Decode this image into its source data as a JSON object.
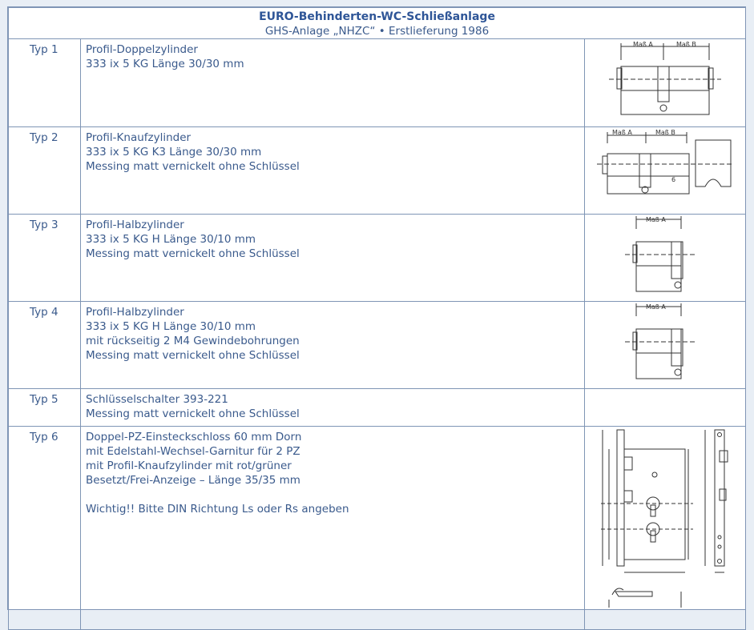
{
  "header": {
    "title": "EURO-Behinderten-WC-Schließanlage",
    "subtitle": "GHS-Anlage „NHZC“ • Erstlieferung 1986"
  },
  "rows": [
    {
      "typ": "Typ 1",
      "lines": [
        "Profil-Doppelzylinder",
        "333 ix 5 KG Länge 30/30 mm"
      ],
      "drawing": "double-cylinder-drawing",
      "dim_labels": [
        "Maß A",
        "Maß B"
      ]
    },
    {
      "typ": "Typ 2",
      "lines": [
        "Profil-Knaufzylinder",
        "333 ix 5 KG K3 Länge 30/30 mm",
        "Messing matt vernickelt ohne Schlüssel"
      ],
      "drawing": "knob-cylinder-drawing",
      "dim_labels": [
        "Maß A",
        "Maß B"
      ],
      "extra_label": "6"
    },
    {
      "typ": "Typ 3",
      "lines": [
        "Profil-Halbzylinder",
        "333 ix 5 KG H Länge 30/10 mm",
        "Messing matt vernickelt ohne Schlüssel"
      ],
      "drawing": "half-cylinder-drawing",
      "dim_labels": [
        "Maß A"
      ]
    },
    {
      "typ": "Typ 4",
      "lines": [
        "Profil-Halbzylinder",
        "333 ix 5 KG H Länge 30/10 mm",
        "mit rückseitig 2 M4 Gewindebohrungen",
        "Messing matt vernickelt ohne Schlüssel"
      ],
      "drawing": "half-cylinder-drawing",
      "dim_labels": [
        "Maß A"
      ]
    },
    {
      "typ": "Typ 5",
      "lines": [
        "Schlüsselschalter 393-221",
        "Messing matt vernickelt ohne Schlüssel"
      ],
      "drawing": ""
    },
    {
      "typ": "Typ 6",
      "lines": [
        "Doppel-PZ-Einsteckschloss 60 mm Dorn",
        "mit Edelstahl-Wechsel-Garnitur für 2 PZ",
        "mit Profil-Knaufzylinder mit rot/grüner",
        "Besetzt/Frei-Anzeige – Länge 35/35 mm",
        "",
        "Wichtig!! Bitte DIN Richtung Ls oder Rs angeben"
      ],
      "drawing": "mortise-lock-drawing"
    }
  ],
  "colors": {
    "text": "#3a5a8c",
    "title": "#2e5597",
    "border": "#7f95b5",
    "background": "#e8eef5"
  }
}
